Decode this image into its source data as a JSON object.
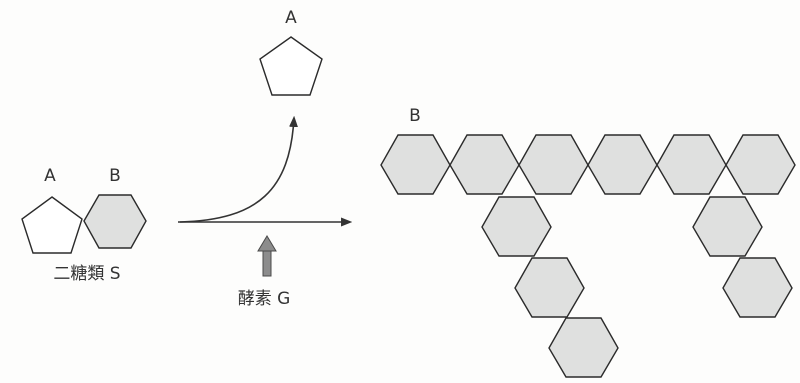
{
  "labels": {
    "product_a": "A",
    "disaccharide_a": "A",
    "disaccharide_b": "B",
    "disaccharide_name": "二糖類 S",
    "polymer_b": "B",
    "enzyme": "酵素 G"
  },
  "colors": {
    "hexagon_fill": "#dfe0df",
    "pentagon_fill": "#ffffff",
    "outline": "#2b2b2b",
    "enzyme_arrow": "#8c8c8c"
  }
}
